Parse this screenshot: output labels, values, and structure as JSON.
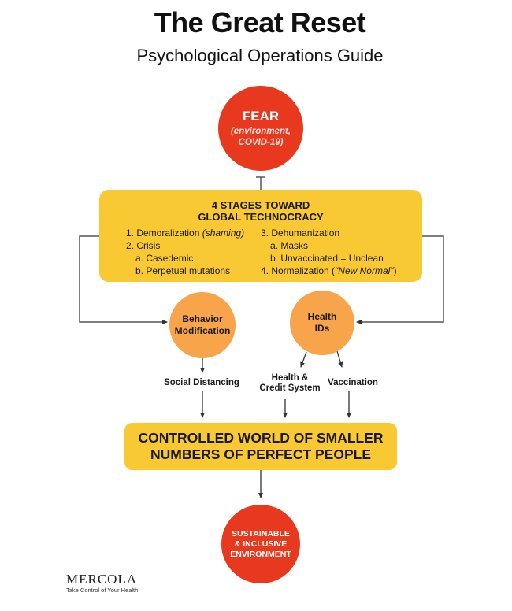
{
  "header": {
    "title": "The Great Reset",
    "subtitle": "Psychological Operations Guide"
  },
  "colors": {
    "red": "#e8391f",
    "yellow": "#f9c934",
    "orange": "#f7a44a",
    "line": "#555555"
  },
  "nodes": {
    "fear": {
      "title": "FEAR",
      "detail_line1": "(environment,",
      "detail_line2": "COVID-19)"
    },
    "stages": {
      "heading_line1": "4 STAGES TOWARD",
      "heading_line2": "GLOBAL TECHNOCRACY",
      "left_items": [
        {
          "prefix": "1. Demoralization ",
          "italic": "(shaming)"
        },
        {
          "prefix": "2. Crisis",
          "italic": ""
        },
        {
          "prefix": "a. Casedemic",
          "italic": ""
        },
        {
          "prefix": "b. Perpetual mutations",
          "italic": ""
        }
      ],
      "right_items": [
        {
          "prefix": "3. Dehumanization",
          "italic": ""
        },
        {
          "prefix": "a. Masks",
          "italic": ""
        },
        {
          "prefix": "b. Unvaccinated = Unclean",
          "italic": ""
        },
        {
          "prefix": "4. Normalization (",
          "italic": "\"New Normal\"",
          "suffix": ")"
        }
      ]
    },
    "behavior": {
      "line1": "Behavior",
      "line2": "Modification"
    },
    "health_ids": {
      "line1": "Health",
      "line2": "IDs"
    },
    "social_distancing": "Social Distancing",
    "health_credit": {
      "line1": "Health &",
      "line2": "Credit System"
    },
    "vaccination": "Vaccination",
    "outcome": {
      "line1": "CONTROLLED WORLD OF SMALLER",
      "line2": "NUMBERS OF PERFECT PEOPLE"
    },
    "final": {
      "line1": "SUSTAINABLE",
      "line2": "& INCLUSIVE",
      "line3": "ENVIRONMENT"
    }
  },
  "logo": {
    "brand": "MERCOLA",
    "tagline": "Take Control of Your Health"
  }
}
